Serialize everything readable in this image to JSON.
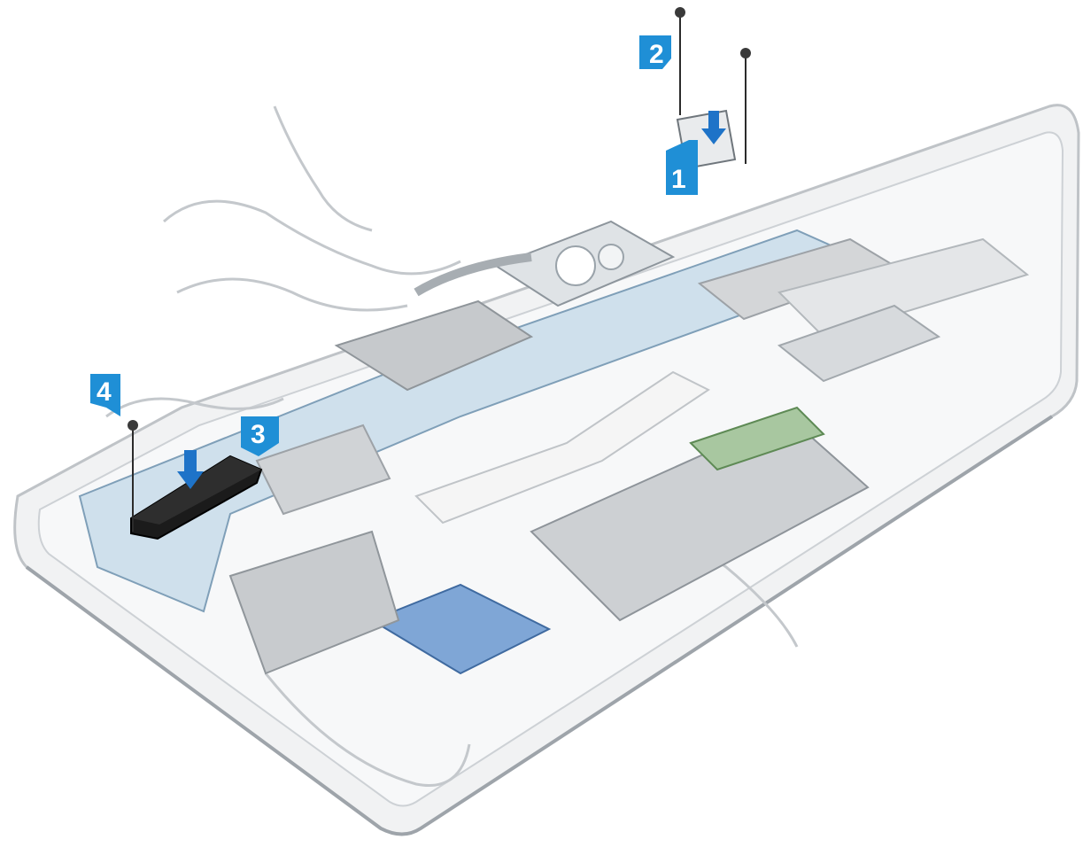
{
  "diagram": {
    "colors": {
      "chassis": "#f1f2f3",
      "chassis_edge": "#bfc3c7",
      "board": "#cfe0ec",
      "board_edge": "#7f9fb8",
      "shield": "#d4d6d8",
      "shield_dark": "#b9bcbf",
      "bracket": "#1b1b1b",
      "badge": "#1f8fd6",
      "arrow": "#1e73c8",
      "screw": "#3a3a3a"
    },
    "steps": [
      {
        "id": "1",
        "label": "1",
        "icon": "press-down-arrow"
      },
      {
        "id": "2",
        "label": "2",
        "icon": "screw-removal"
      },
      {
        "id": "3",
        "label": "3",
        "icon": "press-down-arrow"
      },
      {
        "id": "4",
        "label": "4",
        "icon": "screw-removal"
      }
    ]
  }
}
